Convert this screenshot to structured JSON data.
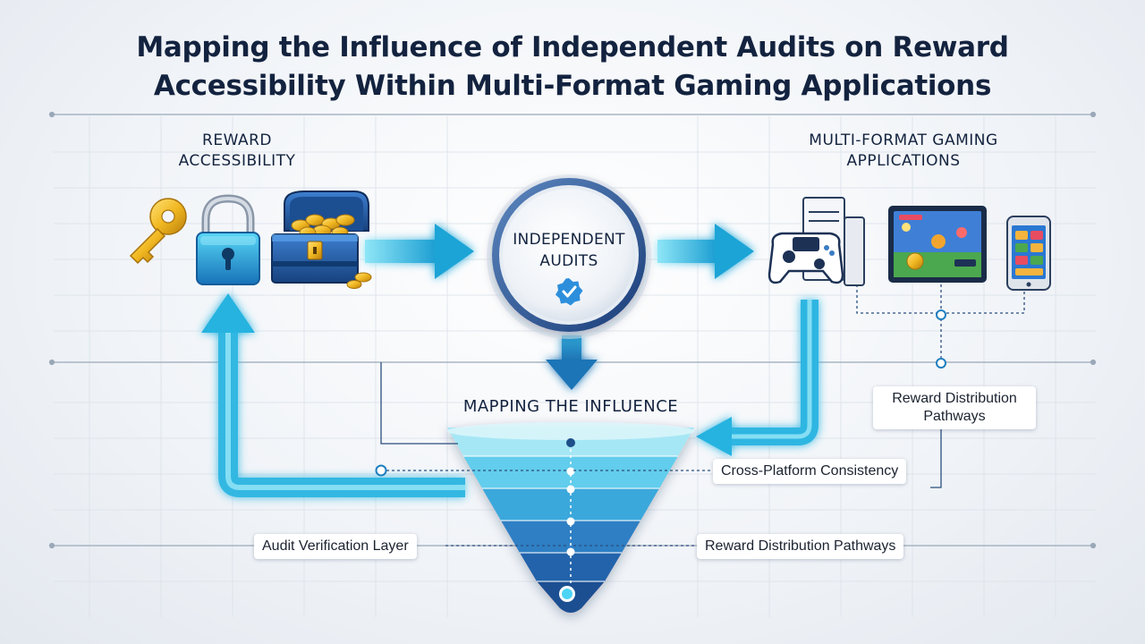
{
  "title": {
    "line1": "Mapping the Influence of Independent Audits on Reward",
    "line2": "Accessibility Within Multi-Format Gaming Applications"
  },
  "left_section": {
    "line1": "REWARD",
    "line2": "ACCESSIBILITY"
  },
  "right_section": {
    "line1": "MULTI-FORMAT GAMING",
    "line2": "APPLICATIONS"
  },
  "center_node": {
    "line1": "INDEPENDENT",
    "line2": "AUDITS",
    "icon": "verified-check-badge-icon"
  },
  "funnel_title": "MAPPING THE INFLUENCE",
  "callouts": {
    "reward_distribution_top": {
      "line1": "Reward Distribution",
      "line2": "Pathways"
    },
    "cross_platform": "Cross-Platform Consistency",
    "audit_verification": "Audit Verification Layer",
    "reward_distribution_bottom": "Reward Distribution Pathways"
  },
  "icons": {
    "left": [
      "key-icon",
      "padlock-icon",
      "treasure-chest-icon"
    ],
    "right": [
      "console-controller-icon",
      "tablet-game-icon",
      "smartphone-icon"
    ]
  },
  "colors": {
    "title": "#13233f",
    "arrow_cyan": "#2fc0e6",
    "arrow_blue": "#1c8cc4",
    "funnel_top": "#8fe0f3",
    "funnel_bottom": "#1d5aa0",
    "navy": "#1e3a66"
  }
}
